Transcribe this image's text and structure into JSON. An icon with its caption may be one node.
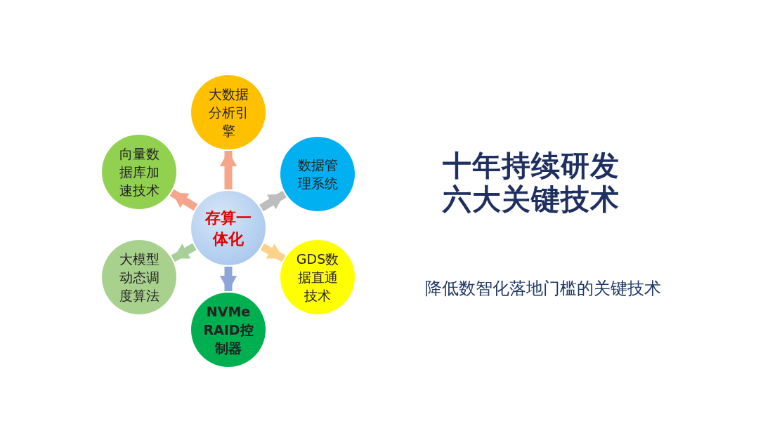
{
  "diagram": {
    "title": "十年持续研发六大关键技术",
    "nodes": [
      {
        "text": [
          "存算一体化"
        ]
      },
      {
        "text": [
          "大数据分析引擎"
        ]
      },
      {
        "text": [
          "数据管理系统"
        ]
      },
      {
        "text": [
          "GDS数据直通技术"
        ]
      },
      {
        "text": [
          "NVMe RAID控制器"
        ]
      },
      {
        "text": [
          "大模型动态调度算法"
        ]
      },
      {
        "text": [
          "向量数据库加速技术"
        ]
      }
    ],
    "edges": [
      {
        "from": 0,
        "to": 1,
        "arrow": "to",
        "color": "#f4a58a"
      },
      {
        "from": 0,
        "to": 2,
        "arrow": "to",
        "color": "#bdbdbd"
      },
      {
        "from": 0,
        "to": 3,
        "arrow": "to",
        "color": "#fcd28a"
      },
      {
        "from": 0,
        "to": 4,
        "arrow": "to",
        "color": "#8ea5d9"
      },
      {
        "from": 0,
        "to": 5,
        "arrow": "to",
        "color": "#a6cf9a"
      },
      {
        "from": 0,
        "to": 6,
        "arrow": "to",
        "color": "#f4a58a"
      }
    ],
    "labels": [
      "降低数智化落地门槛的关键技术"
    ]
  }
}
